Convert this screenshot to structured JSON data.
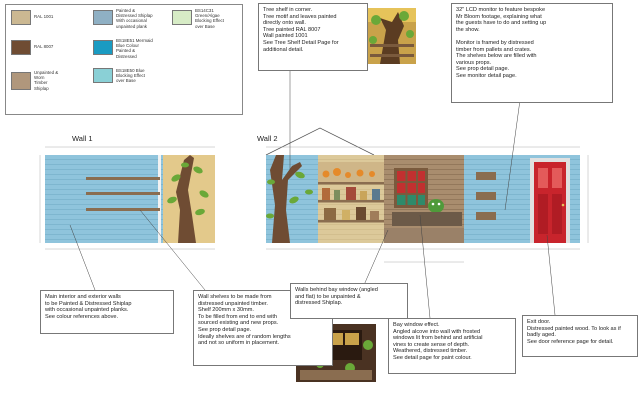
{
  "swatches": [
    {
      "label": "RAL 1001",
      "color": "#cbb892"
    },
    {
      "label": "RAL 8007",
      "color": "#6f4c33"
    },
    {
      "label": "Unpainted &\nWorn\nTimber\nShiplap",
      "color": "#b0977c"
    },
    {
      "label": "Painted &\nDistressed Shiplap\nWith occasional\nunpainted plank",
      "color": "#8fb0c4"
    },
    {
      "label": "BS18E51 Mermaid\nBlue Colour\nPainted &\nDistressed",
      "color": "#1a9bc2"
    },
    {
      "label": "BS18E50 Blue\nBlocking Effect\nover Base",
      "color": "#8ad0d6"
    },
    {
      "label": "BS14C31\nGreen/Algae\nBlocking Effect\nover Base",
      "color": "#d7ecc6"
    }
  ],
  "walls": {
    "wall1": "Wall 1",
    "wall2": "Wall 2"
  },
  "notes": {
    "tree": "Tree shelf in corner.\nTree motif and leaves painted\ndirectly onto wall.\nTree painted RAL 8007\nWall painted 1001\nSee Tree Shelf Detail Page for\nadditional detail.",
    "monitor": "32\" LCD monitor to feature bespoke\nMr Bloom footage, explaining what\nthe guests have to do and setting up\nthe show.\n\nMonitor is framed by distressed\ntimber from pallets and crates.\nThe shelves below are filled with\nvarious props.\nSee prop detail page.\nSee monitor detail page.",
    "walls": "Main interior and exterior walls\nto be Painted & Distressed Shiplap\nwith occasional unpainted planks.\nSee colour references above.",
    "shelves": "Wall shelves to be made from\ndistressed unpainted timber.\nShelf 200mm x 30mm.\nTo be filled from end to end with\nsourced existing and new props.\nSee prop detail page.\nIdeally shelves are of random lengths\nand not so uniform in placement.",
    "bay_walls": "Walls behind bay window (angled\nand flat) to be unpainted &\ndistressed Shiplap.",
    "bay_window": "Bay window effect.\nAngled alcove into wall with frosted\nwindows lit from behind and artificial\nvines to create sense of depth.\nWeathered, distressed timber.\nSee detail page for paint colour.",
    "door": "Exit door.\nDistressed painted wood. To look as if\nbadly aged.\nSee door reference page for detail."
  },
  "colors": {
    "wall_blue": "#8fc4dc",
    "wall_cream": "#dcc99a",
    "tree_brown": "#6f4c33",
    "door_red": "#c8242c",
    "timber": "#a98d6e",
    "leaf_green": "#6aa838"
  }
}
